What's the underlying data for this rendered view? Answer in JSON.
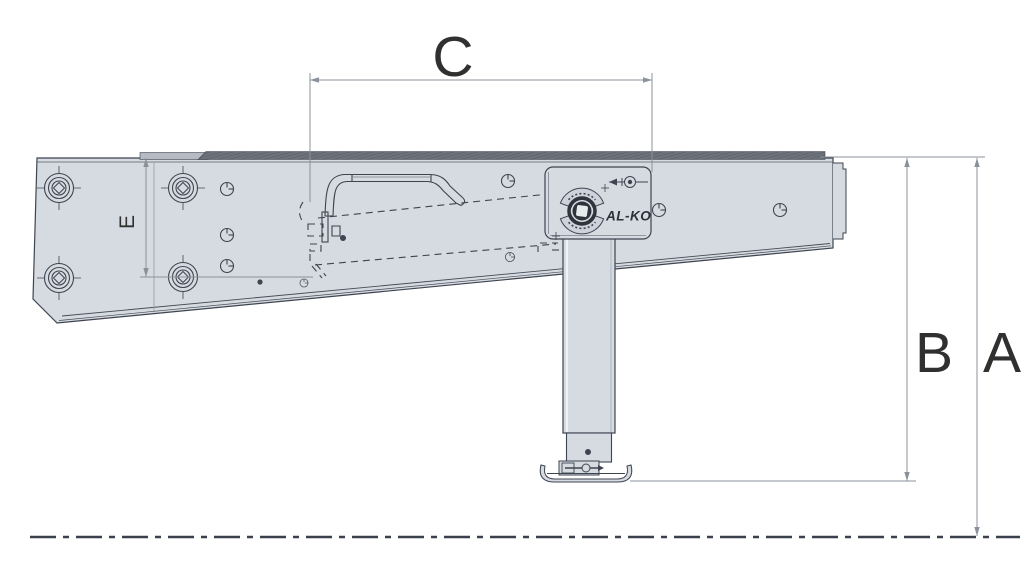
{
  "drawing": {
    "labels": {
      "dim_c": "C",
      "dim_e": "E",
      "dim_b": "B",
      "dim_a": "A"
    },
    "brand": {
      "logo_text": "AL-KO"
    },
    "colors": {
      "body_fill": "#d6dbe1",
      "outline": "#3e4450",
      "flange_dark": "#6d727a",
      "flange_light": "#b5bbc3",
      "dimension_line": "#8b919b",
      "label_text": "#303030",
      "ground_line": "#3a404c"
    }
  }
}
